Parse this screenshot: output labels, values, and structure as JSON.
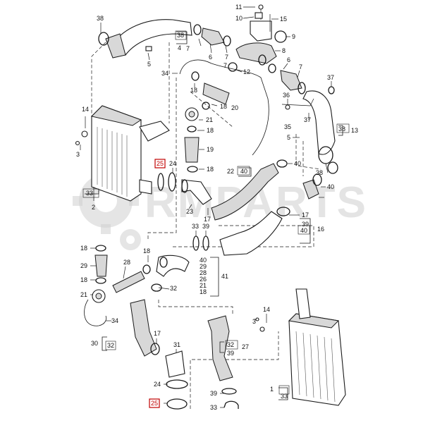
{
  "watermark": {
    "text": "RMPARTS",
    "color": "#cfcfcf"
  },
  "highlight_color": "#c00000",
  "labels": {
    "l38a": "38",
    "l38b": "38",
    "l4": "4",
    "l5a": "5",
    "l7a": "7",
    "l6a": "6",
    "l7b": "7",
    "l11": "11",
    "l10": "10",
    "l15": "15",
    "l9": "9",
    "l8": "8",
    "l7c": "7",
    "l12": "12",
    "l6b": "6",
    "l7d": "7",
    "l37a": "37",
    "l36": "36",
    "l37b": "37",
    "l35": "35",
    "l38c": "38",
    "l13": "13",
    "l5b": "5",
    "l38d": "38",
    "l34a": "34",
    "l18a": "18",
    "l18b": "18",
    "l20": "20",
    "l21a": "21",
    "l18c": "18",
    "l19": "19",
    "l14a": "14",
    "l3a": "3",
    "l25a": "25",
    "l24a": "24",
    "l18d": "18",
    "l22": "22",
    "l40a": "40",
    "l40b": "40",
    "l40c": "40",
    "l33a": "33",
    "l2": "2",
    "l23": "23",
    "l17a": "17",
    "l17b": "17",
    "l39a": "39",
    "l40d": "40",
    "l16": "16",
    "l33b": "33",
    "l39b": "39",
    "l18e": "18",
    "l29a": "29",
    "l28": "28",
    "l18f": "18",
    "l18g": "18",
    "l21b": "21",
    "l40e": "40",
    "l29b": "29",
    "l28b": "28",
    "l26": "26",
    "l21c": "21",
    "l18h": "18",
    "l41": "41",
    "l32a": "32",
    "l34b": "34",
    "l17c": "17",
    "l31": "31",
    "l30": "30",
    "l32b": "32",
    "l3b": "3",
    "l14b": "14",
    "l32c": "32",
    "l27": "27",
    "l39c": "39",
    "l24b": "24",
    "l25b": "25",
    "l39d": "39",
    "l33c": "33",
    "l1": "1",
    "l33d": "33"
  }
}
